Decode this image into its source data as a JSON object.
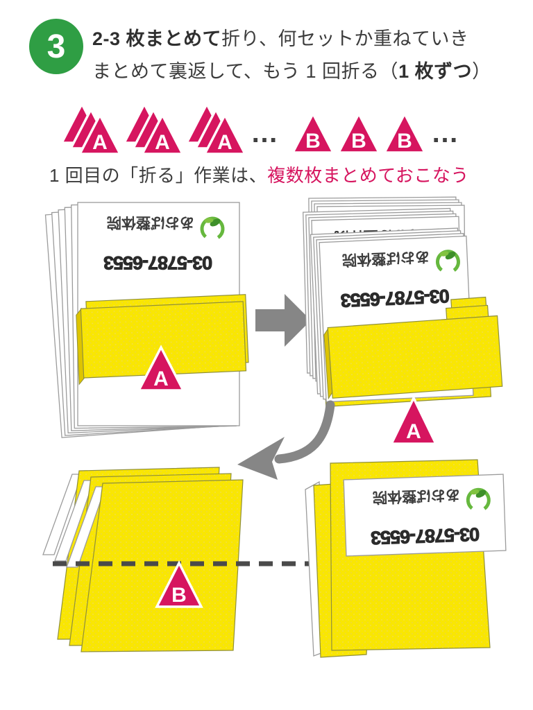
{
  "step": {
    "number": "3",
    "line1_bold": "2-3 枚まとめて",
    "line1_rest": "折り、何セットか重ねていき",
    "line2_pre": "まとめて裏返して、もう 1 回折る（",
    "line2_bold": "1 枚ずつ",
    "line2_post": "）"
  },
  "legend": {
    "ellipsis": "…",
    "caption_plain": "1 回目の「折る」作業は、",
    "caption_highlight": "複数枚まとめておこなう"
  },
  "labels": {
    "front_side": "A",
    "back_side": "B"
  },
  "flyer": {
    "name": "あおば整体院",
    "phone": "03-5787-6553"
  },
  "colors": {
    "highlight_pink": "#d6155f",
    "step_green": "#2f9e44",
    "paper_yellow": "#f9e603",
    "arrow_gray": "#868686",
    "logo_green": "#66b83e"
  }
}
